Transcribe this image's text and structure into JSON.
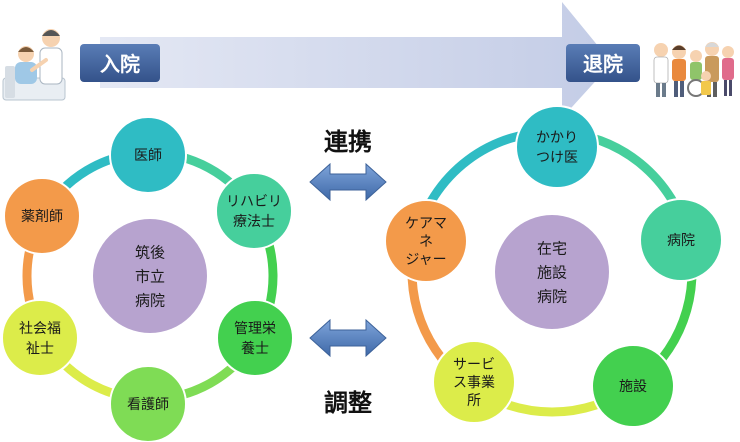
{
  "flow": {
    "admission_label": "入院",
    "discharge_label": "退院"
  },
  "center": {
    "cooperation_label": "連携",
    "coordination_label": "調整"
  },
  "hospital_circle": {
    "center_lines": [
      "筑後",
      "市立",
      "病院"
    ],
    "nodes": [
      {
        "lines": [
          "医師"
        ],
        "color": "#2fbcc4"
      },
      {
        "lines": [
          "リハビリ",
          "療法士"
        ],
        "color": "#46cf9c"
      },
      {
        "lines": [
          "管理栄",
          "養士"
        ],
        "color": "#43d04f"
      },
      {
        "lines": [
          "看護師"
        ],
        "color": "#7fdc55"
      },
      {
        "lines": [
          "社会福",
          "祉士"
        ],
        "color": "#dcec4a"
      },
      {
        "lines": [
          "薬剤師"
        ],
        "color": "#f39a4a"
      }
    ]
  },
  "community_circle": {
    "center_lines": [
      "在宅",
      "施設",
      "病院"
    ],
    "nodes": [
      {
        "lines": [
          "かかり",
          "つけ医"
        ],
        "color": "#2fbcc4"
      },
      {
        "lines": [
          "病院"
        ],
        "color": "#46cf9c"
      },
      {
        "lines": [
          "施設"
        ],
        "color": "#43d04f"
      },
      {
        "lines": [
          "サービ",
          "ス事業",
          "所"
        ],
        "color": "#dcec4a"
      },
      {
        "lines": [
          "ケアマ",
          "ネ",
          "ジャー"
        ],
        "color": "#f39a4a"
      }
    ]
  },
  "colors": {
    "center_circle": "#b7a3cf",
    "flow_arrow": "#cbd3ea",
    "badge": "#45679e",
    "double_arrow": "#5d86c3"
  }
}
